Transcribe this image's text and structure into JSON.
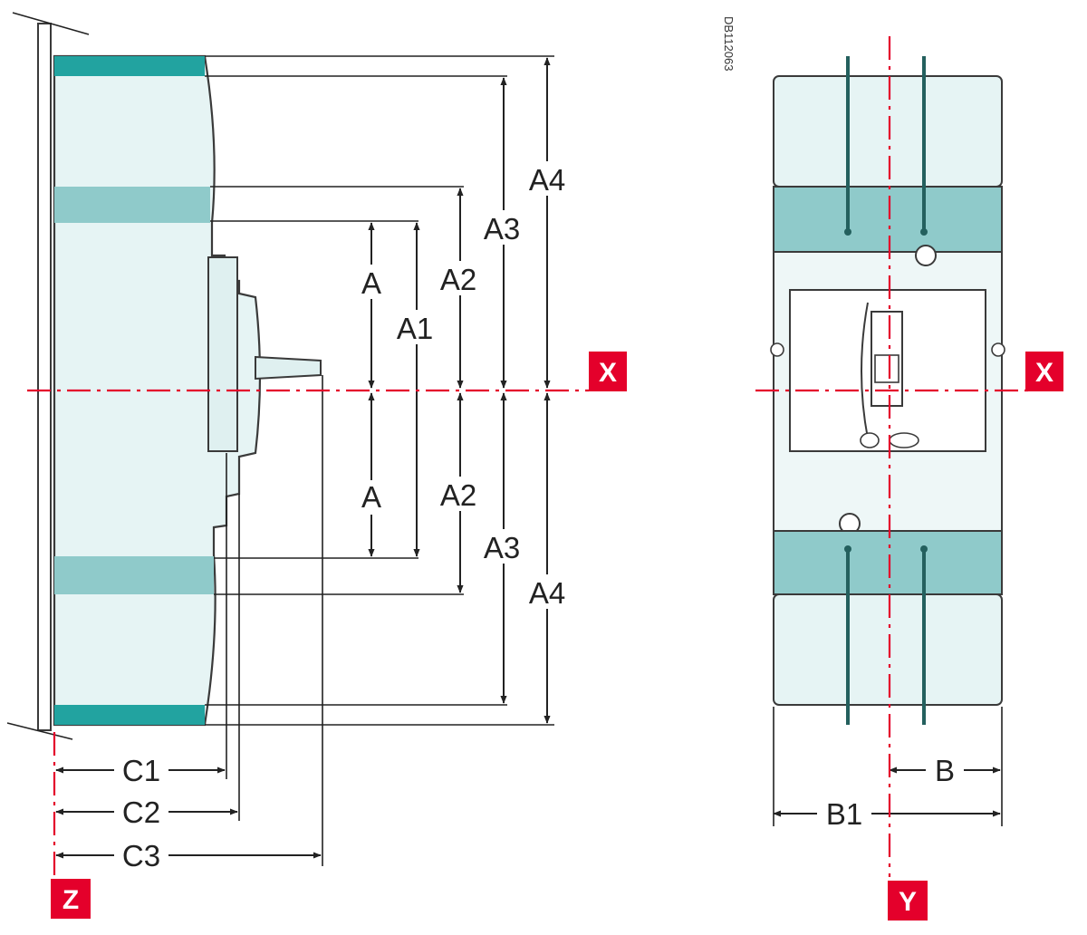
{
  "reference_code": "DB112063",
  "axes": {
    "x": "X",
    "y": "Y",
    "z": "Z"
  },
  "dimensions": {
    "a": "A",
    "a1": "A1",
    "a2": "A2",
    "a3": "A3",
    "a4": "A4",
    "b": "B",
    "b1": "B1",
    "c1": "C1",
    "c2": "C2",
    "c3": "C3"
  },
  "colors": {
    "axis_red": "#e4002b",
    "terminal_dark": "#22a3a0",
    "terminal_mid": "#8fcaca",
    "terminal_light": "#e6f4f4"
  }
}
